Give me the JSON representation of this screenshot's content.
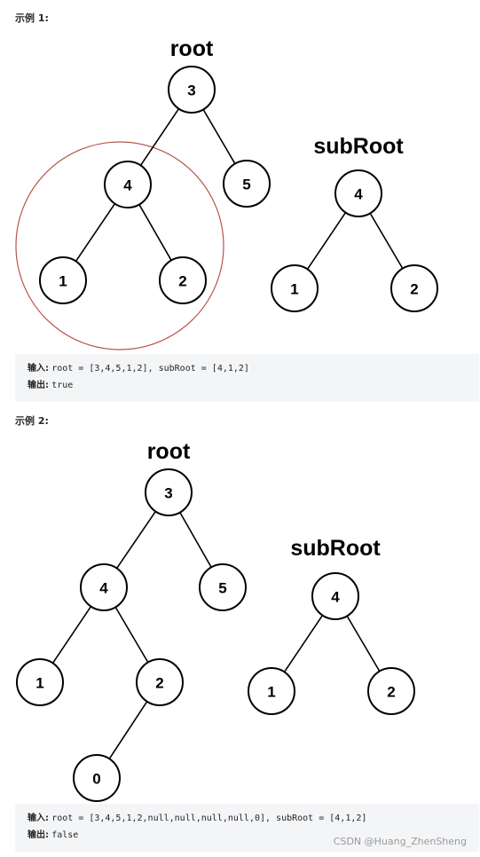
{
  "examples": [
    {
      "heading": "示例 1:",
      "diagram": {
        "root_title": "root",
        "subroot_title": "subRoot",
        "root_tree": {
          "nodes": [
            {
              "id": "a",
              "value": "3"
            },
            {
              "id": "b",
              "value": "4"
            },
            {
              "id": "c",
              "value": "5"
            },
            {
              "id": "d",
              "value": "1"
            },
            {
              "id": "e",
              "value": "2"
            }
          ],
          "edges": [
            [
              "a",
              "b"
            ],
            [
              "a",
              "c"
            ],
            [
              "b",
              "d"
            ],
            [
              "b",
              "e"
            ]
          ]
        },
        "subroot_tree": {
          "nodes": [
            {
              "id": "s",
              "value": "4"
            },
            {
              "id": "t",
              "value": "1"
            },
            {
              "id": "u",
              "value": "2"
            }
          ],
          "edges": [
            [
              "s",
              "t"
            ],
            [
              "s",
              "u"
            ]
          ]
        },
        "highlight_color": "#b9544a"
      },
      "input_label": "输入:",
      "input_value": "root = [3,4,5,1,2], subRoot = [4,1,2]",
      "output_label": "输出:",
      "output_value": "true"
    },
    {
      "heading": "示例 2:",
      "diagram": {
        "root_title": "root",
        "subroot_title": "subRoot",
        "root_tree": {
          "nodes": [
            {
              "id": "a",
              "value": "3"
            },
            {
              "id": "b",
              "value": "4"
            },
            {
              "id": "c",
              "value": "5"
            },
            {
              "id": "d",
              "value": "1"
            },
            {
              "id": "e",
              "value": "2"
            },
            {
              "id": "f",
              "value": "0"
            }
          ],
          "edges": [
            [
              "a",
              "b"
            ],
            [
              "a",
              "c"
            ],
            [
              "b",
              "d"
            ],
            [
              "b",
              "e"
            ],
            [
              "e",
              "f"
            ]
          ]
        },
        "subroot_tree": {
          "nodes": [
            {
              "id": "s",
              "value": "4"
            },
            {
              "id": "t",
              "value": "1"
            },
            {
              "id": "u",
              "value": "2"
            }
          ],
          "edges": [
            [
              "s",
              "t"
            ],
            [
              "s",
              "u"
            ]
          ]
        }
      },
      "input_label": "输入:",
      "input_value": "root = [3,4,5,1,2,null,null,null,null,0], subRoot = [4,1,2]",
      "output_label": "输出:",
      "output_value": "false"
    }
  ],
  "watermark": "CSDN @Huang_ZhenSheng",
  "colors": {
    "code_background": "#f4f5f7",
    "node_stroke": "#000000",
    "highlight_circle": "#b9544a"
  }
}
